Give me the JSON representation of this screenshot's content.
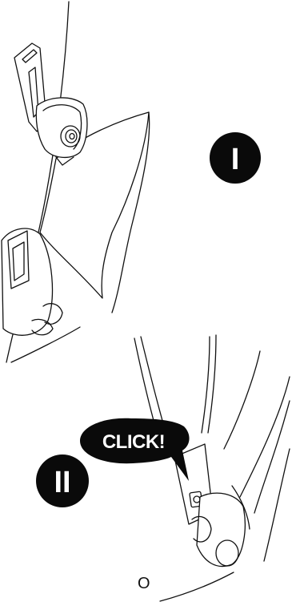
{
  "steps": [
    {
      "label": "I"
    },
    {
      "label": "II"
    }
  ],
  "callout": {
    "text": "CLICK!"
  },
  "bottom_mark": "O",
  "colors": {
    "ink": "#111111",
    "badge": "#0a0a0a",
    "background": "#ffffff"
  }
}
